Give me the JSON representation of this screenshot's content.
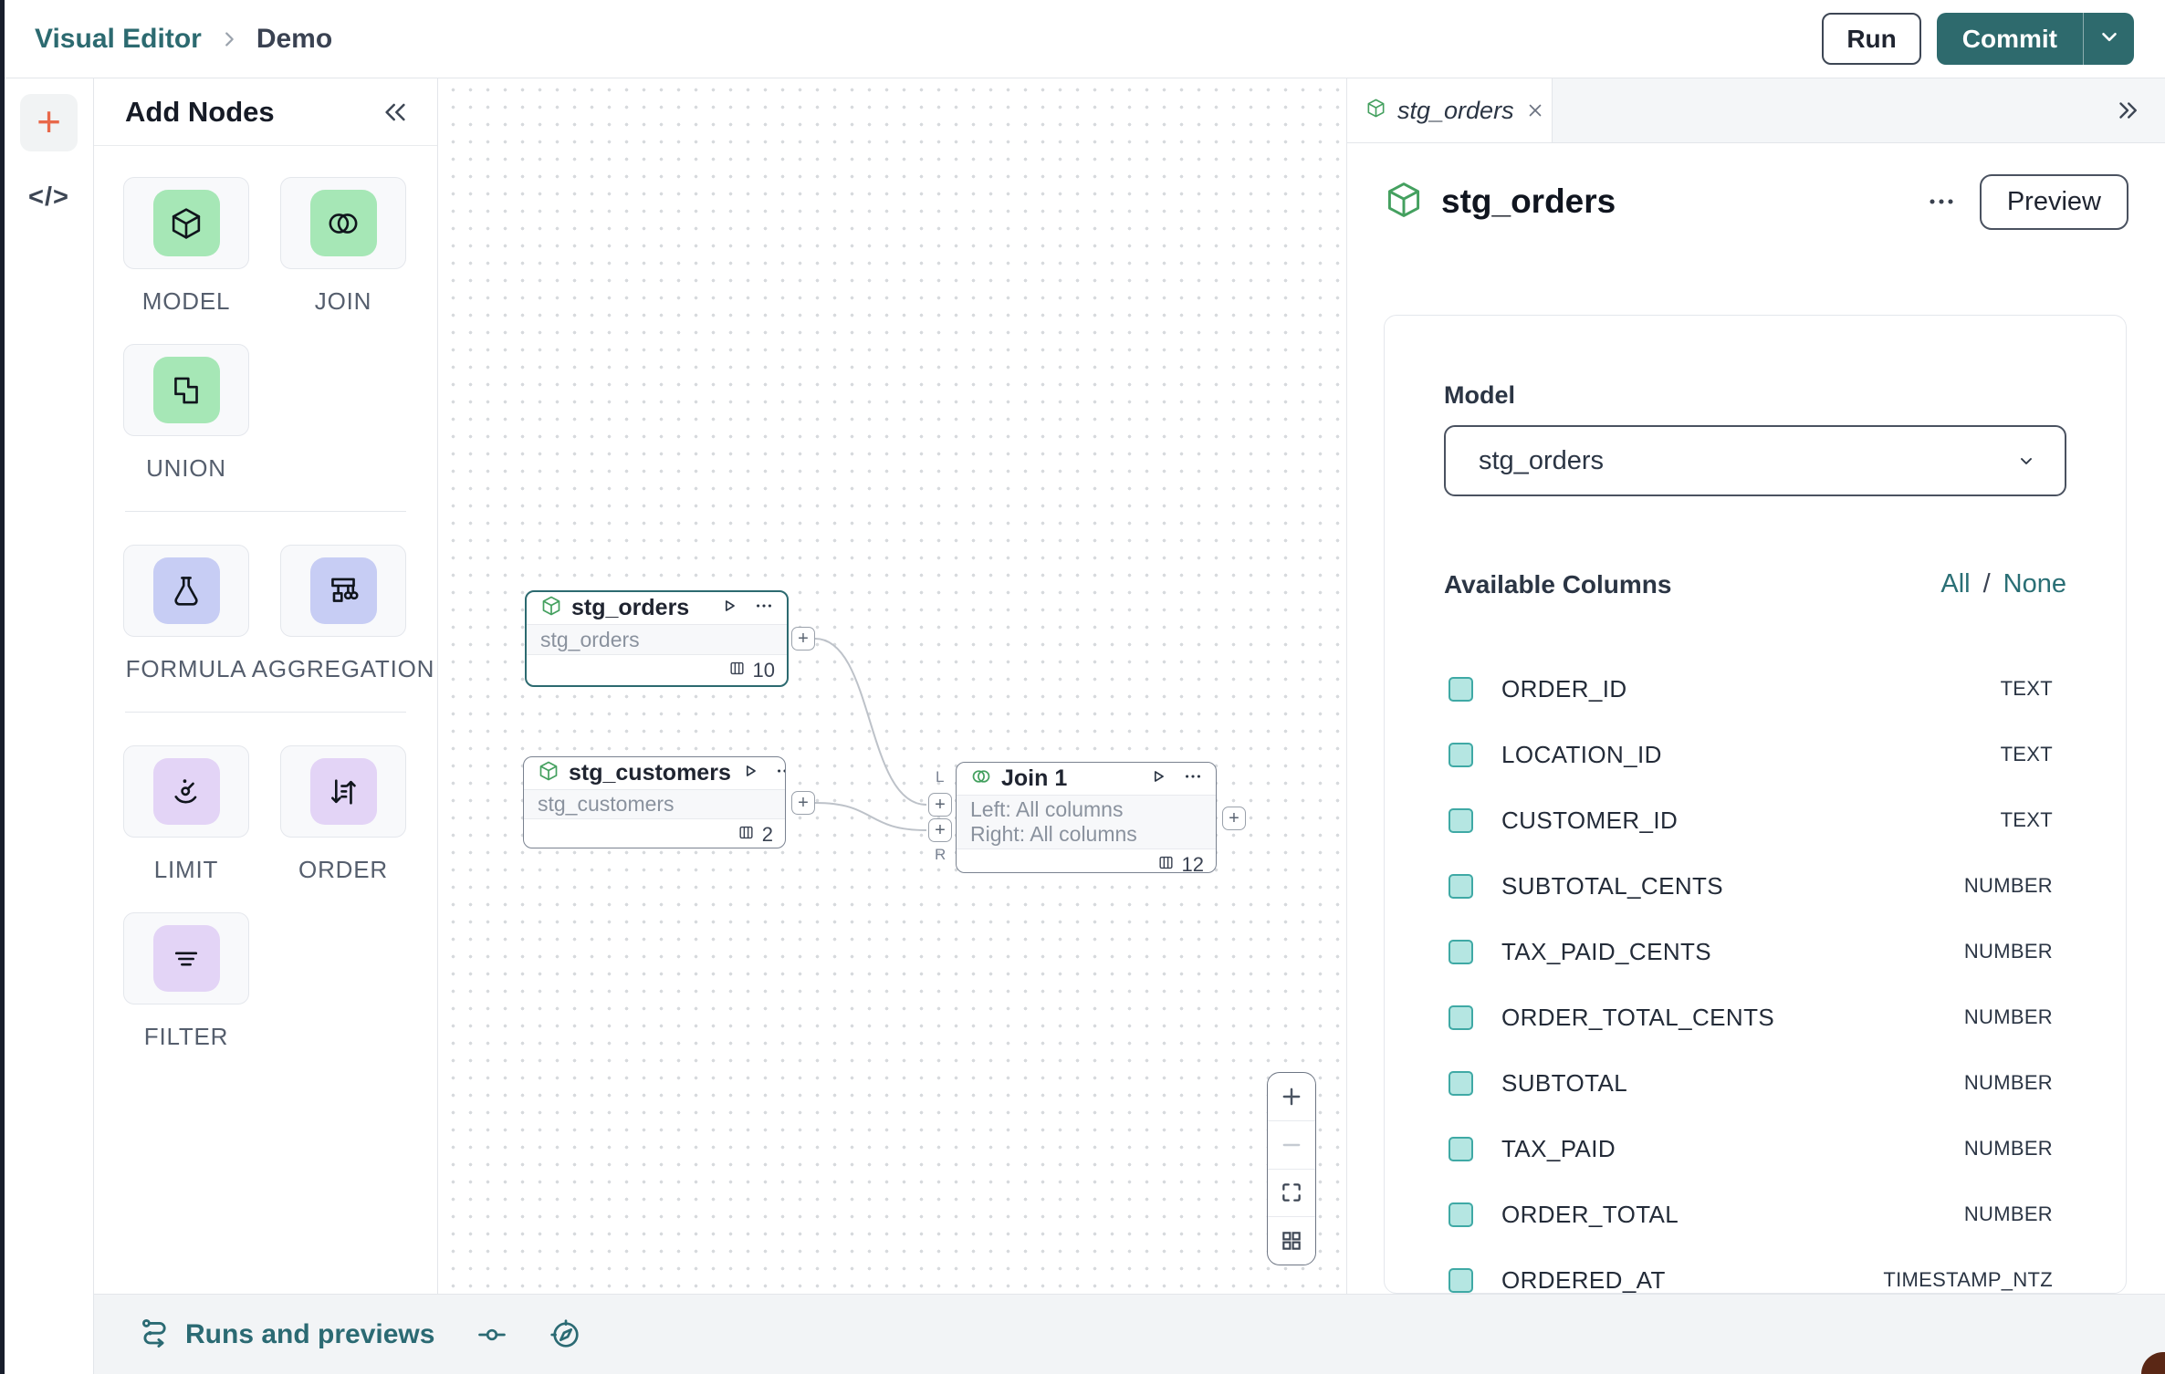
{
  "topbar": {
    "breadcrumb_root": "Visual Editor",
    "breadcrumb_current": "Demo",
    "run_label": "Run",
    "commit_label": "Commit"
  },
  "left_toolbar": {
    "add_icon": "plus-icon",
    "add_glyph": "+",
    "code_icon": "code-icon",
    "code_glyph": "</>"
  },
  "palette": {
    "title": "Add Nodes",
    "collapse_icon": "chevrons-left-icon",
    "groups": [
      {
        "color": "#a6e7b6",
        "rows": [
          [
            {
              "label": "MODEL",
              "icon": "cube-icon"
            },
            {
              "label": "JOIN",
              "icon": "venn-icon"
            }
          ],
          [
            {
              "label": "UNION",
              "icon": "union-icon"
            }
          ]
        ]
      },
      {
        "color": "#c7cdf4",
        "rows": [
          [
            {
              "label": "FORMULA",
              "icon": "flask-icon"
            },
            {
              "label": "AGGREGATION",
              "icon": "aggregate-icon"
            }
          ]
        ]
      },
      {
        "color": "#e3d4f6",
        "rows": [
          [
            {
              "label": "LIMIT",
              "icon": "gauge-icon"
            },
            {
              "label": "ORDER",
              "icon": "sort-icon"
            }
          ],
          [
            {
              "label": "FILTER",
              "icon": "filter-icon"
            }
          ]
        ]
      }
    ]
  },
  "canvas": {
    "stg_orders": {
      "title": "stg_orders",
      "subtitle": "stg_orders",
      "column_count": "10",
      "icon": "cube-icon",
      "selected": true
    },
    "stg_customers": {
      "title": "stg_customers",
      "subtitle": "stg_customers",
      "column_count": "2",
      "icon": "cube-icon",
      "selected": false
    },
    "join": {
      "title": "Join 1",
      "line_left": "Left: All columns",
      "line_right": "Right: All columns",
      "column_count": "12",
      "icon": "venn-icon",
      "l_label": "L",
      "r_label": "R"
    },
    "handle_glyph": "+",
    "zoom_controls": [
      "zoom-in-icon",
      "zoom-out-icon",
      "fit-view-icon",
      "layout-grid-icon"
    ]
  },
  "right_panel": {
    "tab": {
      "label": "stg_orders",
      "icon": "cube-icon",
      "close_icon": "close-icon"
    },
    "collapse_icon": "chevrons-right-icon",
    "header": {
      "title": "stg_orders",
      "icon": "cube-icon",
      "menu_icon": "ellipsis-icon",
      "preview_label": "Preview"
    },
    "model_label": "Model",
    "model_value": "stg_orders",
    "columns_title": "Available Columns",
    "select_all_label": "All",
    "select_separator": "/",
    "select_none_label": "None",
    "columns": [
      {
        "name": "ORDER_ID",
        "type": "TEXT"
      },
      {
        "name": "LOCATION_ID",
        "type": "TEXT"
      },
      {
        "name": "CUSTOMER_ID",
        "type": "TEXT"
      },
      {
        "name": "SUBTOTAL_CENTS",
        "type": "NUMBER"
      },
      {
        "name": "TAX_PAID_CENTS",
        "type": "NUMBER"
      },
      {
        "name": "ORDER_TOTAL_CENTS",
        "type": "NUMBER"
      },
      {
        "name": "SUBTOTAL",
        "type": "NUMBER"
      },
      {
        "name": "TAX_PAID",
        "type": "NUMBER"
      },
      {
        "name": "ORDER_TOTAL",
        "type": "NUMBER"
      },
      {
        "name": "ORDERED_AT",
        "type": "TIMESTAMP_NTZ"
      }
    ]
  },
  "bottom_bar": {
    "runs_icon": "workflow-runs-icon",
    "runs_label": "Runs and previews",
    "commit_node_icon": "git-commit-icon",
    "compass_icon": "compass-icon"
  },
  "colors": {
    "brand_teal": "#2e6a6d",
    "link_teal": "#2a6f75",
    "icon_green": "#44a05f",
    "mint": "#a6e7b6",
    "periwinkle": "#c7cdf4",
    "purple": "#e3d4f6",
    "checkbox_fill": "#b5e6e2",
    "checkbox_border": "#3fa9a5",
    "chat_bubble": "#5a2715"
  }
}
